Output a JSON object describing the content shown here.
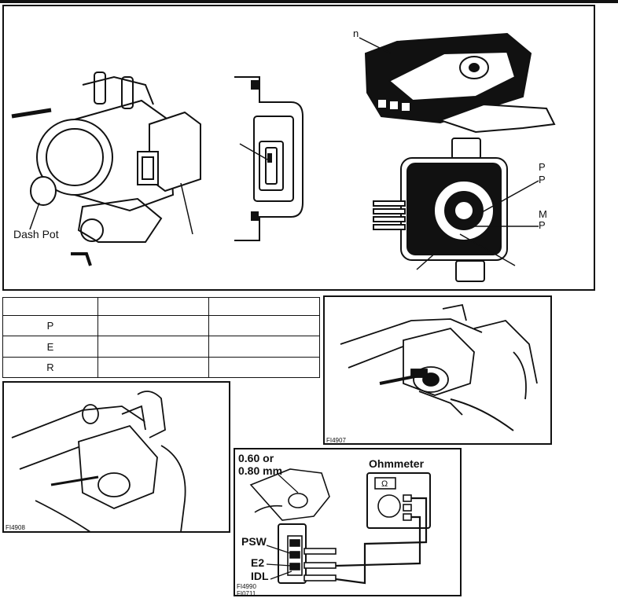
{
  "top_panel": {
    "labels": {
      "dash_pot": "Dash Pot",
      "n": "n",
      "p1": "P",
      "p2": "P",
      "m": "M",
      "p3": "P"
    }
  },
  "spec_table": {
    "rows": [
      "P",
      "E",
      "R"
    ]
  },
  "figure_codes": {
    "fig1": "FI4907",
    "fig2": "FI4908",
    "fig3a": "FI4990",
    "fig3b": "FI0711"
  },
  "ohm_panel": {
    "gap_line1": "0.60 or",
    "gap_line2": "0.80 mm",
    "meter_label": "Ohmmeter",
    "meter_symbol": "Ω",
    "psw": "PSW",
    "e2": "E2",
    "idl": "IDL"
  }
}
